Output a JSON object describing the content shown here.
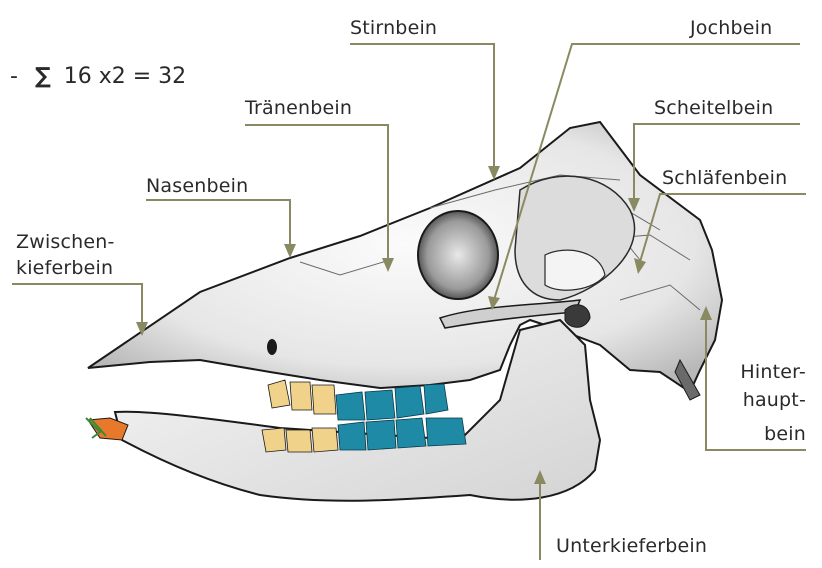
{
  "formula": {
    "prefix": "-",
    "sigma": "∑",
    "text": "16 x2 = 32"
  },
  "labels": {
    "stirnbein": "Stirnbein",
    "jochbein": "Jochbein",
    "traenenbein": "Tränenbein",
    "scheitelbein": "Scheitelbein",
    "nasenbein": "Nasenbein",
    "schlaefenbein": "Schläfenbein",
    "zwischenkieferbein_1": "Zwischen-",
    "zwischenkieferbein_2": "kieferbein",
    "hinterhauptbein_1": "Hinter-",
    "hinterhauptbein_2": "haupt-",
    "hinterhauptbein_3": "bein",
    "unterkieferbein": "Unterkieferbein"
  },
  "colors": {
    "leader": "#8a8a62",
    "incisor_teeth": "#e8782a",
    "premolar_teeth": "#f0d28a",
    "molar_teeth": "#1f8aa6",
    "bone_outline": "#1a1a1a"
  }
}
